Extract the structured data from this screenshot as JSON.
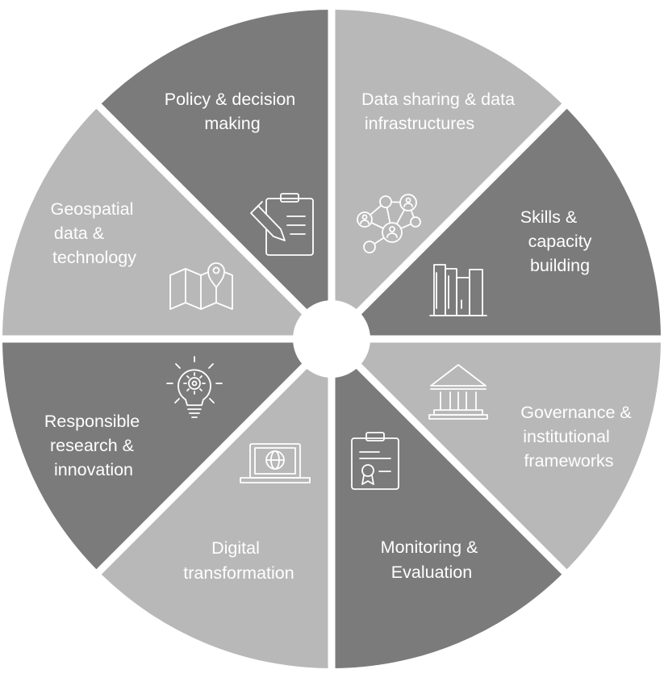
{
  "colors": {
    "dark": "#7b7b7b",
    "light": "#b8b8b8",
    "separator": "#ffffff",
    "text": "#ffffff"
  },
  "segments": [
    {
      "id": "data-sharing",
      "shade": "light",
      "label_lines": [
        "Data sharing & data",
        "infrastructures"
      ],
      "icon": "network-icon"
    },
    {
      "id": "skills",
      "shade": "dark",
      "label_lines": [
        "Skills &",
        "capacity",
        "building"
      ],
      "icon": "books-icon"
    },
    {
      "id": "governance",
      "shade": "light",
      "label_lines": [
        "Governance &",
        "institutional",
        "frameworks"
      ],
      "icon": "institution-icon"
    },
    {
      "id": "monitoring",
      "shade": "dark",
      "label_lines": [
        "Monitoring &",
        "Evaluation"
      ],
      "icon": "certificate-clipboard-icon"
    },
    {
      "id": "digital",
      "shade": "light",
      "label_lines": [
        "Digital",
        "transformation"
      ],
      "icon": "laptop-globe-icon"
    },
    {
      "id": "responsible",
      "shade": "dark",
      "label_lines": [
        "Responsible",
        "research &",
        "innovation"
      ],
      "icon": "lightbulb-gear-icon"
    },
    {
      "id": "geospatial",
      "shade": "light",
      "label_lines": [
        "Geospatial",
        "data &",
        "technology"
      ],
      "icon": "map-pin-icon"
    },
    {
      "id": "policy",
      "shade": "dark",
      "label_lines": [
        "Policy & decision",
        "making"
      ],
      "icon": "clipboard-pencil-icon"
    }
  ]
}
